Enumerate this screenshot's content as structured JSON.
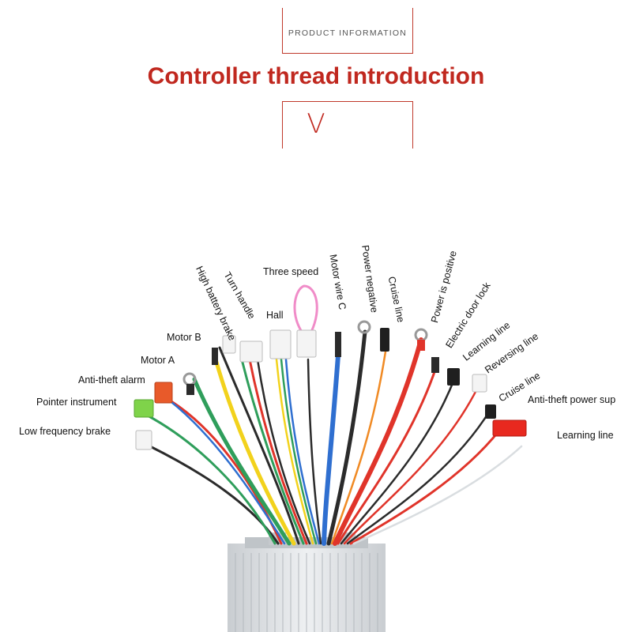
{
  "header": {
    "badge": "PRODUCT INFORMATION",
    "title": "Controller thread introduction",
    "chevron": "V"
  },
  "labels": {
    "low_frequency_brake": "Low frequency brake",
    "pointer_instrument": "Pointer instrument",
    "anti_theft_alarm": "Anti-theft alarm",
    "motor_a": "Motor A",
    "motor_b": "Motor B",
    "high_battery_brake": "High battery brake",
    "turn_handle": "Turn handle",
    "three_speed": "Three speed",
    "hall": "Hall",
    "motor_wire_c": "Motor wire C",
    "power_negative": "Power negative",
    "cruise_line_top": "Cruise line",
    "power_is_positive": "Power is positive",
    "electric_door_lock": "Electric door lock",
    "learning_line_top": "Learning line",
    "reversing_line": "Reversing line",
    "cruise_line_right": "Cruise line",
    "anti_theft_power_sup": "Anti-theft power sup",
    "learning_line_right": "Learning line"
  },
  "colors": {
    "accent": "#c0281f",
    "red_wire": "#e0342a",
    "black_wire": "#2b2b2b",
    "blue_wire": "#2f6fd0",
    "green_wire": "#2f9e5b",
    "yellow_wire": "#f2d21c",
    "orange_wire": "#f08a24",
    "box": "#d9dde0"
  }
}
